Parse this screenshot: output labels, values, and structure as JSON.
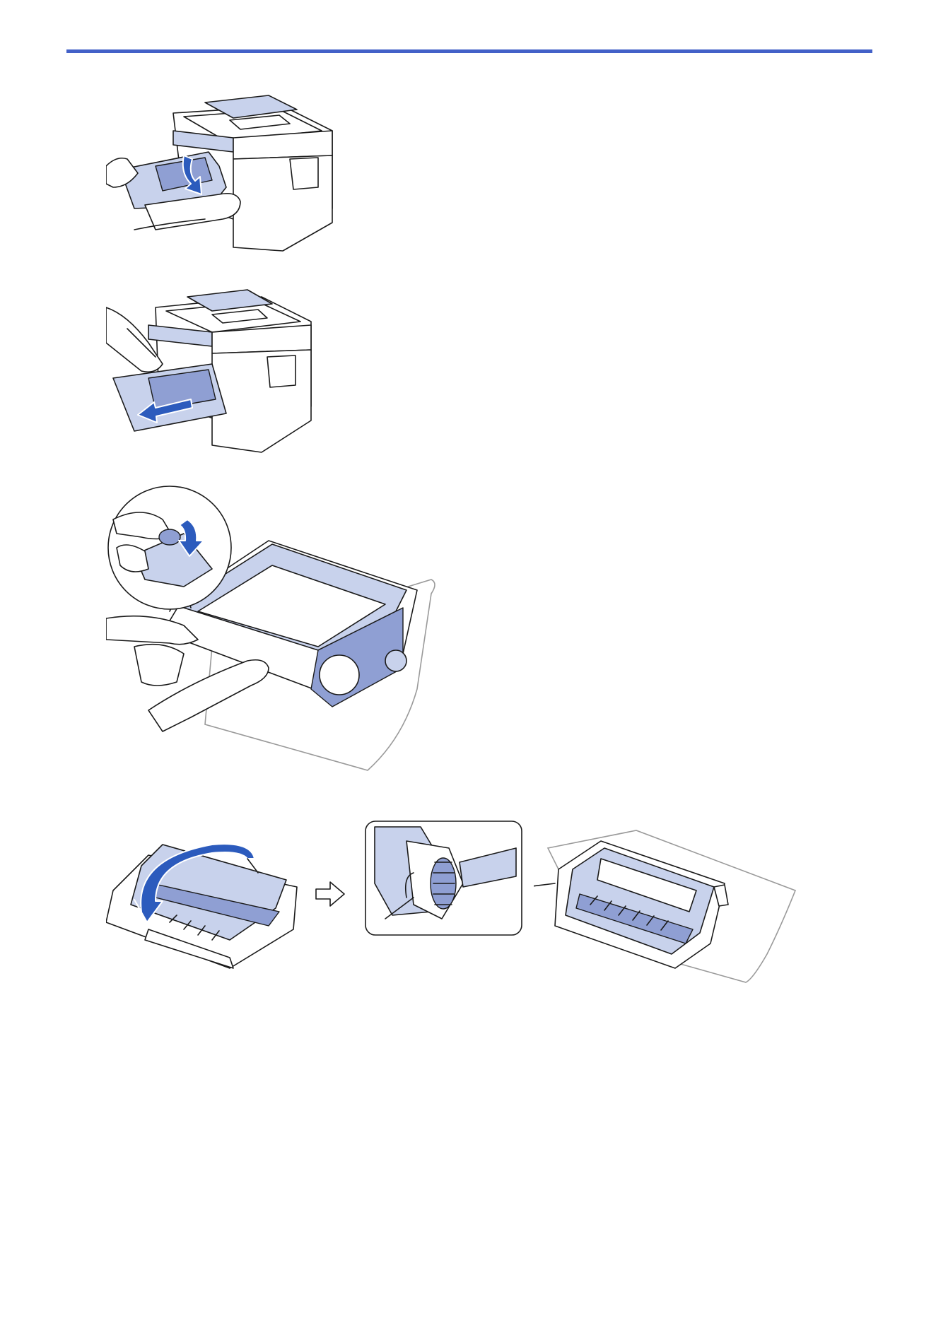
{
  "page": {
    "accent_color": "#4361c8",
    "illustration_tint": "#c8d2ec",
    "arrow_color": "#2c5bbd"
  },
  "figures": [
    {
      "id": "open-front-cover",
      "icon": "printer-open-front-cover-illustration"
    },
    {
      "id": "remove-drum-unit",
      "icon": "printer-remove-drum-unit-illustration"
    },
    {
      "id": "separate-toner",
      "icon": "push-lever-remove-toner-illustration"
    },
    {
      "id": "turn-drum-unit",
      "icon": "rotate-drum-unit-illustration"
    },
    {
      "id": "next-step-arrow",
      "icon": "right-outline-arrow-icon"
    },
    {
      "id": "drum-gear-detail",
      "icon": "drum-gear-detail-callout"
    },
    {
      "id": "drum-unit-on-paper",
      "icon": "drum-unit-on-paper-illustration"
    }
  ]
}
